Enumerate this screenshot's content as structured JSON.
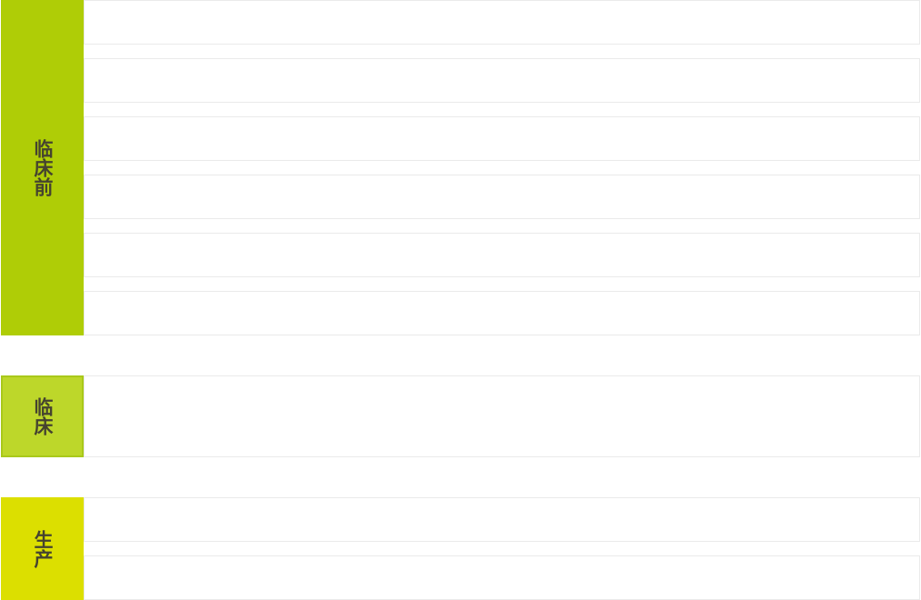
{
  "stages": [
    {
      "label": "临床前",
      "color": "#afcd06",
      "rows": 6
    },
    {
      "label": "临床",
      "color": "#bdd72a",
      "border_color": "#a9c81a",
      "rows": 1
    },
    {
      "label": "生产",
      "color": "#dcdf00",
      "rows": 2
    }
  ]
}
